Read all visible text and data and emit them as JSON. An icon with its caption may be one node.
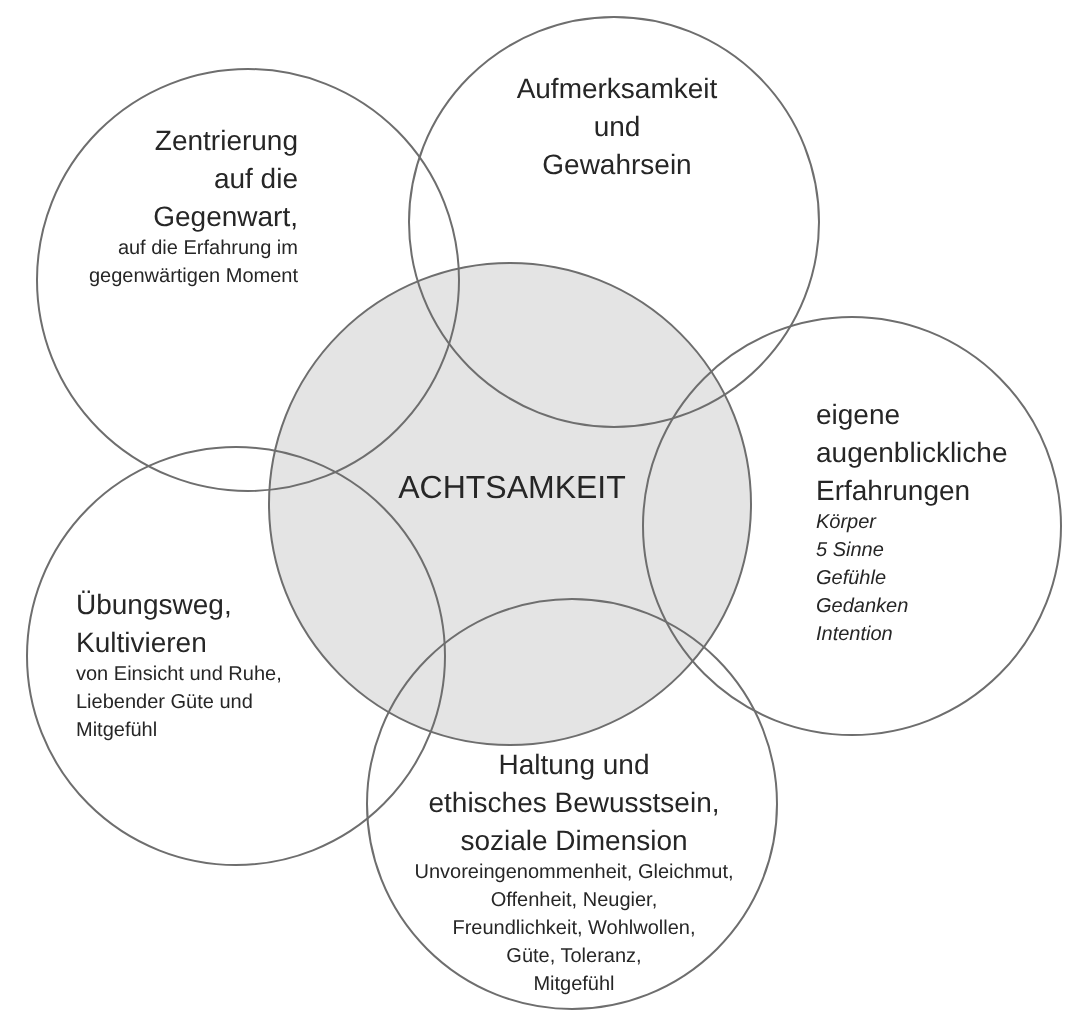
{
  "diagram": {
    "nodes": [
      {
        "text": [
          "Zentrierung auf die Gegenwart,",
          "auf die Erfahrung im gegenwärtigen Moment"
        ]
      },
      {
        "text": [
          "Aufmerksamkeit und Gewahrsein"
        ]
      },
      {
        "text": [
          "ACHTSAMKEIT"
        ]
      },
      {
        "text": [
          "eigene augenblickliche Erfahrungen",
          "Körper",
          "5 Sinne",
          "Gefühle",
          "Gedanken",
          "Intention"
        ]
      },
      {
        "text": [
          "Übungsweg, Kultivieren",
          "von Einsicht und Ruhe, Liebender Güte und Mitgefühl"
        ]
      },
      {
        "text": [
          "Haltung und ethisches Bewusstsein, soziale Dimension",
          "Unvoreingenommenheit, Gleichmut, Offenheit, Neugier, Freundlichkeit, Wohlwollen, Güte, Toleranz, Mitgefühl"
        ]
      }
    ]
  }
}
